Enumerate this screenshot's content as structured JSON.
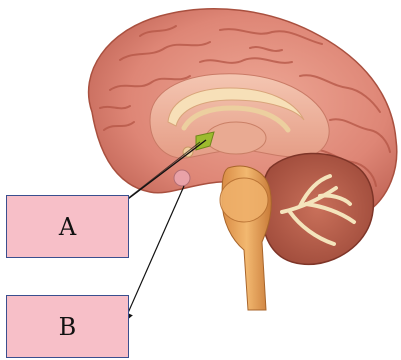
{
  "labels": {
    "a": "A",
    "b": "B"
  },
  "colors": {
    "label_box_fill": "#f7bfc8",
    "label_box_border": "#3a4f8f",
    "cortex": "#e0877a",
    "cerebellum_white": "#f3e2b8",
    "brainstem": "#e7a765",
    "hypothalamus_highlight": "#9dbb2e",
    "arrow": "#111111"
  },
  "figure": {
    "subject": "sagittal-brain-section"
  }
}
